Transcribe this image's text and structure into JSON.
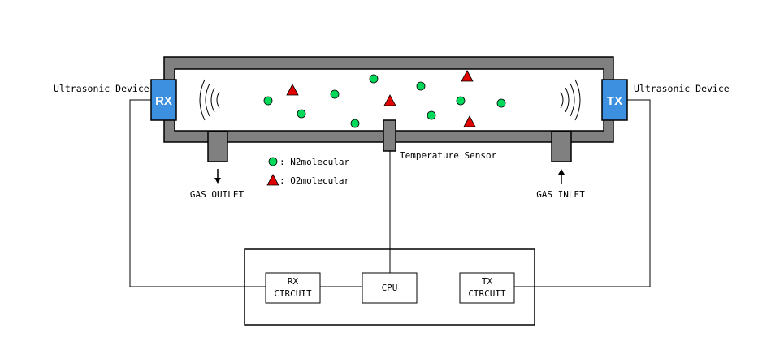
{
  "left_device": {
    "label": "Ultrasonic Device",
    "badge": "RX"
  },
  "right_device": {
    "label": "Ultrasonic Device",
    "badge": "TX"
  },
  "sensor_label": "Temperature Sensor",
  "outlet_label": "GAS OUTLET",
  "inlet_label": "GAS INLET",
  "legend": {
    "n2": ": N2molecular",
    "o2": ": O2molecular"
  },
  "circuits": {
    "rx": [
      "RX",
      "CIRCUIT"
    ],
    "cpu": "CPU",
    "tx": [
      "TX",
      "CIRCUIT"
    ]
  },
  "colors": {
    "tube_gray": "#808080",
    "device_blue": "#3d8fe0",
    "n2_green": "#00d95a",
    "o2_red": "#e00000",
    "line": "#000000"
  },
  "icons": [
    "sound-wave-icon",
    "arrow-down-icon",
    "arrow-up-icon"
  ]
}
